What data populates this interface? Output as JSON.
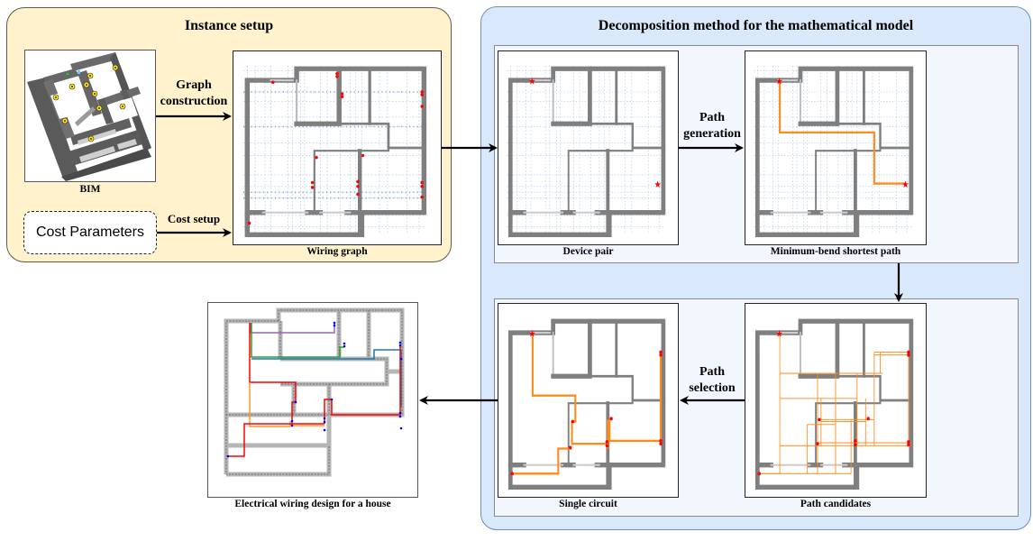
{
  "instance_setup": {
    "title": "Instance setup",
    "bim_caption": "BIM",
    "cost_box_label": "Cost Parameters",
    "wiring_graph_caption": "Wiring graph",
    "arrows": {
      "graph_construction": [
        "Graph",
        "construction"
      ],
      "cost_setup": "Cost setup"
    }
  },
  "decomposition": {
    "title": "Decomposition method for the mathematical model",
    "device_pair_caption": "Device pair",
    "min_bend_caption": "Minimum-bend shortest path",
    "single_circuit_caption": "Single circuit",
    "path_candidates_caption": "Path candidates",
    "arrows": {
      "path_generation": [
        "Path",
        "generation"
      ],
      "path_selection": [
        "Path",
        "selection"
      ]
    }
  },
  "output": {
    "caption": "Electrical wiring design for a house"
  },
  "colors": {
    "instance_panel_fill": "#FFF2CC",
    "decomposition_panel_fill": "#DAE8FC",
    "decomposition_panel_border": "#6C8EBF",
    "wall": "#7f7f7f",
    "graph_grid": "#3b7fc4",
    "device_marker": "#ff0000",
    "path": "#ff8c1a",
    "wire_red": "#ff0000",
    "wire_orange": "#ff9933",
    "wire_blue": "#1f77b4",
    "wire_green": "#2ca02c",
    "wire_purple": "#9467bd",
    "device_point": "#0000ff"
  }
}
